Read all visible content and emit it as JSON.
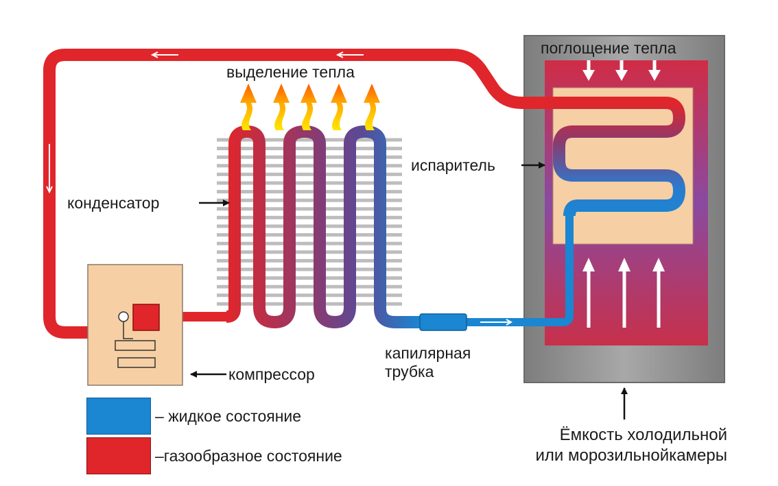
{
  "labels": {
    "heat_release": "выделение тепла",
    "heat_absorption": "поглощение тепла",
    "condenser": "конденсатор",
    "evaporator": "испаритель",
    "compressor": "компрессор",
    "capillary_tube_line1": "капилярная",
    "capillary_tube_line2": "трубка",
    "chamber_line1": "Ёмкость холодильной",
    "chamber_line2": "или морозильнойкамеры"
  },
  "legend": [
    {
      "label": "жидкое состояние",
      "color": "#1b86d1"
    },
    {
      "label": "газообразное состояние",
      "color": "#e0262b"
    }
  ],
  "colors": {
    "gas": "#e0262b",
    "liquid": "#1b86d1",
    "compressor_body": "#f6cfa4",
    "chamber_outer": "#8f8f8f",
    "chamber_inner": "#c7304a",
    "evaporator_plate": "#f6cfa4"
  }
}
